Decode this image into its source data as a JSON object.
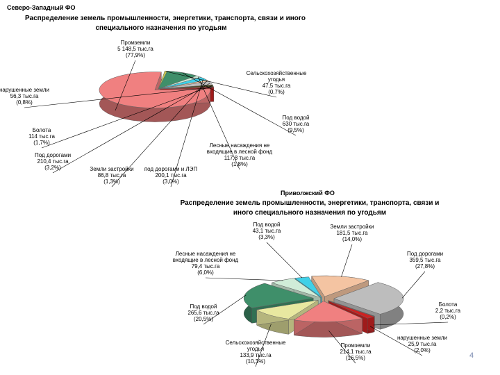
{
  "slide": {
    "page_number": "4"
  },
  "colors": {
    "industry": "#f08080",
    "agri": "#e8e8a0",
    "water": "#c8c850",
    "forest": "#3f8f6a",
    "forest_nonfund": "#d0ecd8",
    "defense": "#cc2222",
    "space": "#4b4b26",
    "roads": "#bdbdbd",
    "buildings": "#f4c4a2",
    "pipelines": "#40d0e8"
  },
  "chart_data": [
    {
      "type": "pie",
      "region": "Северо-Западный ФО",
      "title_line1": "Распределение земель промышленности, энергетики, транспорта, связи и иного",
      "title_line2": "специального назначения по угодьям",
      "slices": [
        {
          "key": "industry",
          "name_l1": "Промземли",
          "name_l2": "",
          "value_text": "5 148,5 тыс.га",
          "value": 5148.5,
          "pct": "(77,9%)",
          "color_key": "industry"
        },
        {
          "key": "agri",
          "name_l1": "Сельскохозяйственные",
          "name_l2": "угодья",
          "value_text": "47,5 тыс.га",
          "value": 47.5,
          "pct": "(0,7%)",
          "color_key": "water"
        },
        {
          "key": "water",
          "name_l1": "Под водой",
          "name_l2": "",
          "value_text": "630 тыс.га",
          "value": 630,
          "pct": "(9,5%)",
          "color_key": "forest"
        },
        {
          "key": "forest",
          "name_l1": "Лесные насаждения не",
          "name_l2": "входящие в лесной фонд",
          "value_text": "117,8 тыс.га",
          "value": 117.8,
          "pct": "(1,8%)",
          "color_key": "forest_nonfund"
        },
        {
          "key": "pipelines",
          "name_l1": "под дорогами и ЛЭП",
          "name_l2": "",
          "value_text": "200,1 тыс.га",
          "value": 200.1,
          "pct": "(3,0%)",
          "color_key": "pipelines"
        },
        {
          "key": "buildings",
          "name_l1": "Земли застройки",
          "name_l2": "",
          "value_text": "86,8 тыс.га",
          "value": 86.8,
          "pct": "(1,3%)",
          "color_key": "buildings"
        },
        {
          "key": "roads",
          "name_l1": "Под дорогами",
          "name_l2": "",
          "value_text": "210,4 тыс.га",
          "value": 210.4,
          "pct": "(3,2%)",
          "color_key": "roads"
        },
        {
          "key": "swamps",
          "name_l1": "Болота",
          "name_l2": "",
          "value_text": "114 тыс.га",
          "value": 114,
          "pct": "(1,7%)",
          "color_key": "space"
        },
        {
          "key": "disturbed",
          "name_l1": "нарушенные земли",
          "name_l2": "",
          "value_text": "56,3 тыс.га",
          "value": 56.3,
          "pct": "(0,8%)",
          "color_key": "defense"
        }
      ]
    },
    {
      "type": "pie",
      "region": "Приволжский ФО",
      "title_line1": "Распределение земель промышленности, энергетики, транспорта, связи и",
      "title_line2": "иного специального назначения по угодьям",
      "slices": [
        {
          "key": "buildings",
          "name_l1": "Земли застройки",
          "name_l2": "",
          "value_text": "181,5 тыс.га",
          "value": 181.5,
          "pct": "(14,0%)",
          "color_key": "buildings"
        },
        {
          "key": "roads",
          "name_l1": "Под дорогами",
          "name_l2": "",
          "value_text": "359,5 тыс.га",
          "value": 359.5,
          "pct": "(27,8%)",
          "color_key": "roads"
        },
        {
          "key": "swamps",
          "name_l1": "Болота",
          "name_l2": "",
          "value_text": "2,2 тыс.га",
          "value": 2.2,
          "pct": "(0,2%)",
          "color_key": "space"
        },
        {
          "key": "disturbed",
          "name_l1": "нарушенные земли",
          "name_l2": "",
          "value_text": "25,9 тыс.га",
          "value": 25.9,
          "pct": "(2,0%)",
          "color_key": "defense"
        },
        {
          "key": "industry",
          "name_l1": "Промземли",
          "name_l2": "",
          "value_text": "214,1 тыс.га",
          "value": 214.1,
          "pct": "(16,5%)",
          "color_key": "industry"
        },
        {
          "key": "agri",
          "name_l1": "Сельскохозяйственные",
          "name_l2": "угодья",
          "value_text": "133,9 тыс.га",
          "value": 133.9,
          "pct": "(10,3%)",
          "color_key": "agri"
        },
        {
          "key": "water",
          "name_l1": "Под водой",
          "name_l2": "",
          "value_text": "265,6 тыс.га",
          "value": 265.6,
          "pct": "(20,5%)",
          "color_key": "forest"
        },
        {
          "key": "forest",
          "name_l1": "Лесные насаждения не",
          "name_l2": "входящие в лесной фонд",
          "value_text": "79,4 тыс.га",
          "value": 79.4,
          "pct": "(6,0%)",
          "color_key": "forest_nonfund"
        },
        {
          "key": "pipelines",
          "name_l1": "Под водой",
          "name_l2": "",
          "value_text": "43,1 тыс.га",
          "value": 43.1,
          "pct": "(3,3%)",
          "color_key": "pipelines"
        }
      ]
    }
  ]
}
